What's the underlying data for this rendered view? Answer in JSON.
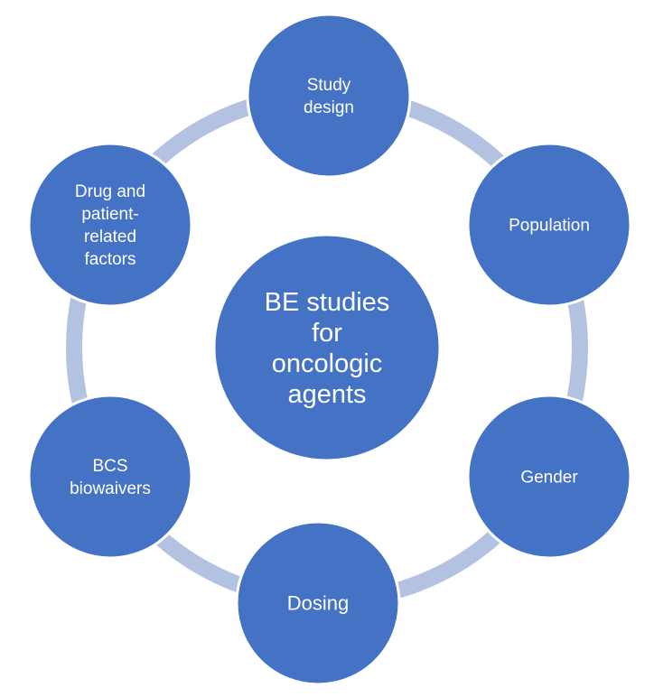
{
  "center": {
    "lines": [
      "BE studies",
      "for",
      "oncologic",
      "agents"
    ]
  },
  "nodes": [
    {
      "id": "study-design",
      "lines": [
        "Study",
        "design"
      ]
    },
    {
      "id": "population",
      "lines": [
        "Population"
      ]
    },
    {
      "id": "gender",
      "lines": [
        "Gender"
      ]
    },
    {
      "id": "dosing",
      "lines": [
        "Dosing"
      ]
    },
    {
      "id": "bcs-biowaivers",
      "lines": [
        "BCS",
        "biowaivers"
      ]
    },
    {
      "id": "drug-patient-factors",
      "lines": [
        "Drug and",
        "patient-",
        "related",
        "factors"
      ]
    }
  ],
  "colors": {
    "node_fill": "#4472c4",
    "ring": "#b4c2e2",
    "text": "#ffffff"
  }
}
